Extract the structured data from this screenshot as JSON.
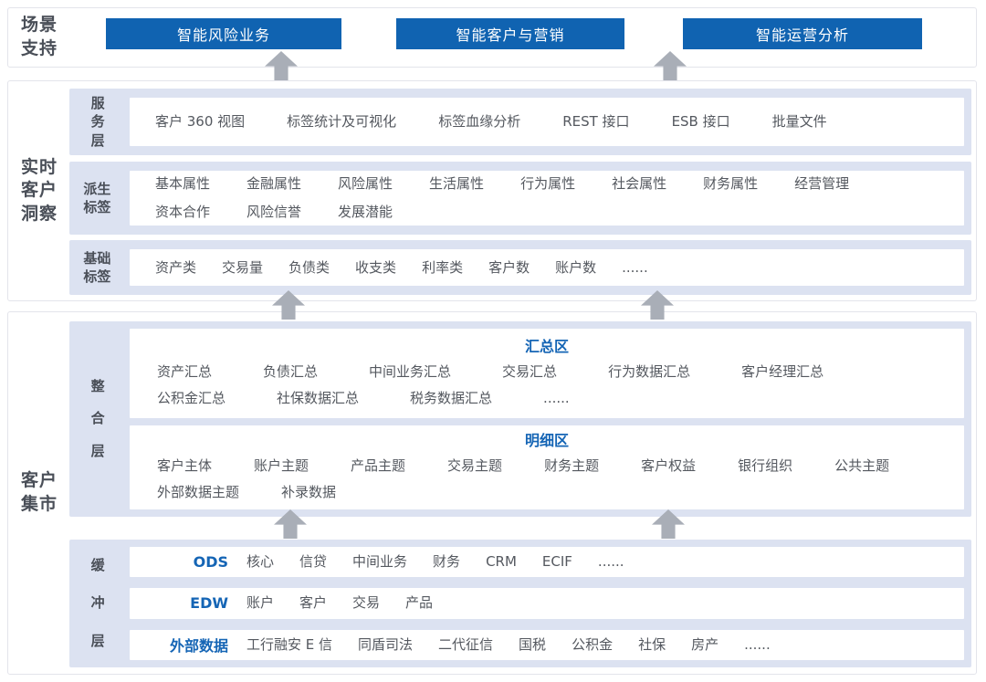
{
  "colors": {
    "accent_blue": "#1063b1",
    "title_blue": "#1565b5",
    "panel_lavender": "#dce2f1",
    "box_border": "#e3e4eb",
    "text_dark": "#4a4f58",
    "text_item": "#54585f",
    "arrow_gray": "#a9aeb7"
  },
  "scenario": {
    "label": "场景支持",
    "buttons": [
      "智能风险业务",
      "智能客户与营销",
      "智能运营分析"
    ]
  },
  "insight": {
    "label": "实时客户洞察",
    "rows": [
      {
        "label": "服务层",
        "lines": [
          [
            "客户 360 视图",
            "标签统计及可视化",
            "标签血缘分析",
            "REST 接口",
            "ESB 接口",
            "批量文件"
          ]
        ]
      },
      {
        "label": "派生标签",
        "lines": [
          [
            "基本属性",
            "金融属性",
            "风险属性",
            "生活属性",
            "行为属性",
            "社会属性",
            "财务属性",
            "经营管理"
          ],
          [
            "资本合作",
            "风险信誉",
            "发展潜能"
          ]
        ]
      },
      {
        "label": "基础标签",
        "lines": [
          [
            "资产类",
            "交易量",
            "负债类",
            "收支类",
            "利率类",
            "客户数",
            "账户数",
            "......"
          ]
        ]
      }
    ]
  },
  "mart": {
    "label": "客户集市",
    "integration": {
      "label": "整合层",
      "zones": [
        {
          "title": "汇总区",
          "lines": [
            [
              "资产汇总",
              "负债汇总",
              "中间业务汇总",
              "交易汇总",
              "行为数据汇总",
              "客户经理汇总"
            ],
            [
              "公积金汇总",
              "社保数据汇总",
              "税务数据汇总",
              "......"
            ]
          ]
        },
        {
          "title": "明细区",
          "lines": [
            [
              "客户主体",
              "账户主题",
              "产品主题",
              "交易主题",
              "财务主题",
              "客户权益",
              "银行组织",
              "公共主题"
            ],
            [
              "外部数据主题",
              "补录数据"
            ]
          ]
        }
      ]
    },
    "buffer": {
      "label": "缓冲层",
      "rows": [
        {
          "key": "ODS",
          "items": [
            "核心",
            "信贷",
            "中间业务",
            "财务",
            "CRM",
            "ECIF",
            "......"
          ]
        },
        {
          "key": "EDW",
          "items": [
            "账户",
            "客户",
            "交易",
            "产品"
          ]
        },
        {
          "key": "外部数据",
          "items": [
            "工行融安 E 信",
            "同盾司法",
            "二代征信",
            "国税",
            "公积金",
            "社保",
            "房产",
            "......"
          ]
        }
      ]
    }
  }
}
